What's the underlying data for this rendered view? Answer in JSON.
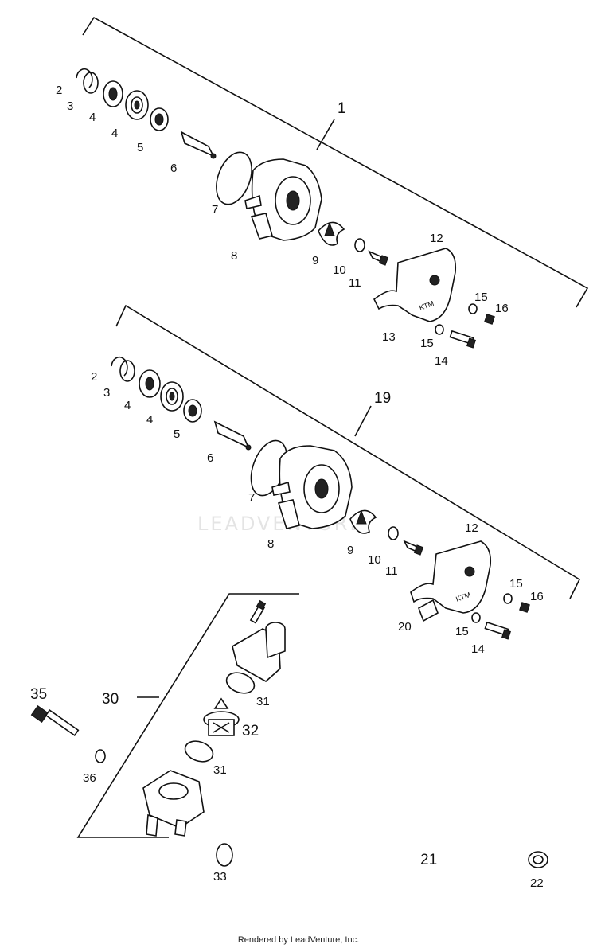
{
  "watermark": "LEADVENTURE",
  "footer": "Rendered by LeadVenture, Inc.",
  "callouts": {
    "top": [
      "2",
      "3",
      "4",
      "4",
      "5",
      "6",
      "7",
      "8",
      "9",
      "10",
      "11",
      "12",
      "13",
      "14",
      "15",
      "15",
      "16",
      "1"
    ],
    "middle": [
      "2",
      "3",
      "4",
      "4",
      "5",
      "6",
      "7",
      "8",
      "9",
      "10",
      "11",
      "12",
      "20",
      "14",
      "15",
      "15",
      "16",
      "19"
    ],
    "bottom": [
      "30",
      "31",
      "31",
      "32",
      "33",
      "35",
      "36",
      "21",
      "22"
    ]
  }
}
